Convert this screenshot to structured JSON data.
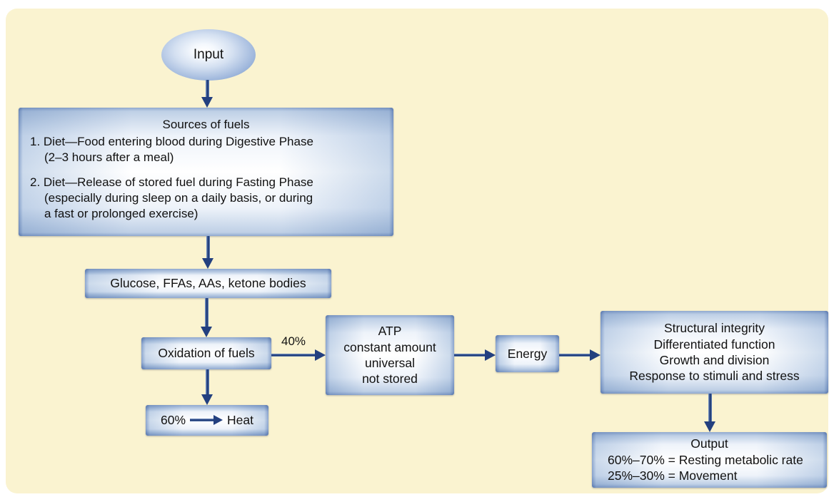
{
  "diagram": {
    "title": "Energy metabolism flow diagram",
    "background_color": "#faf3d0",
    "box_accent_color": "#8fa8cf",
    "arrow_color": "#23407f",
    "input_node": {
      "label": "Input"
    },
    "sources_box": {
      "title": "Sources of fuels",
      "item1_main": "1. Diet—Food entering blood during Digestive Phase",
      "item1_sub": "(2–3 hours after a meal)",
      "item2_main": "2. Diet—Release of stored fuel during Fasting Phase",
      "item2_sub1": "(especially during sleep on a daily basis, or during",
      "item2_sub2": "a fast or prolonged exercise)"
    },
    "fuels_box": {
      "label": "Glucose, FFAs, AAs, ketone bodies"
    },
    "oxidation_box": {
      "label": "Oxidation of fuels"
    },
    "heat_box": {
      "percent": "60%",
      "label": "Heat"
    },
    "atp_box": {
      "line1": "ATP",
      "line2": "constant amount",
      "line3": "universal",
      "line4": "not stored"
    },
    "energy_box": {
      "label": "Energy"
    },
    "functions_box": {
      "line1": "Structural integrity",
      "line2": "Differentiated function",
      "line3": "Growth and division",
      "line4": "Response to stimuli and stress"
    },
    "output_box": {
      "title": "Output",
      "line1": "60%–70% = Resting metabolic rate",
      "line2": "25%–30% = Movement"
    },
    "edge_labels": {
      "oxidation_to_atp": "40%"
    }
  }
}
